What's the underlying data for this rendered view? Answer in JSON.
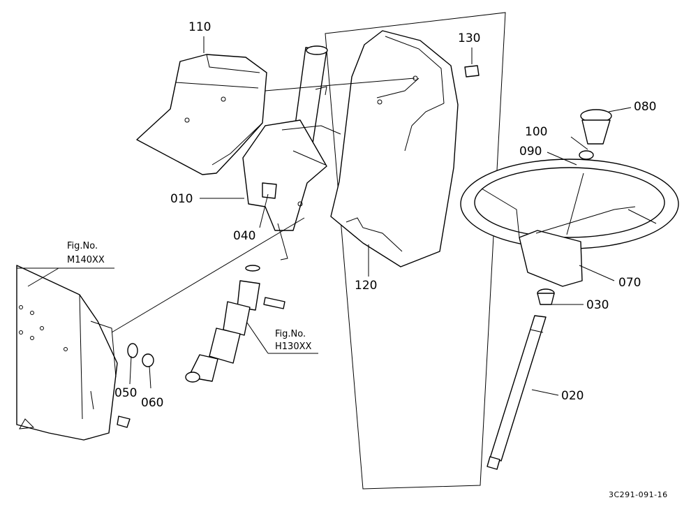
{
  "labels": {
    "p110": "110",
    "p130": "130",
    "p080": "080",
    "p100": "100",
    "p090": "090",
    "p010": "010",
    "p040": "040",
    "p120": "120",
    "p070": "070",
    "p030": "030",
    "p020": "020",
    "p050": "050",
    "p060": "060",
    "fig_m_label": "Fig.No.",
    "fig_m_code": "M140XX",
    "fig_h_label": "Fig.No.",
    "fig_h_code": "H130XX",
    "drawing_code": "3C291-091-16"
  }
}
